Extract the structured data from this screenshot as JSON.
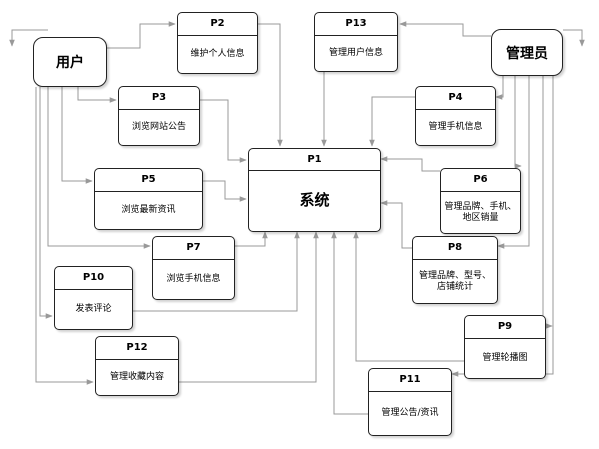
{
  "actors": {
    "user": "用户",
    "admin": "管理员"
  },
  "processes": {
    "p1": {
      "id": "P1",
      "label": "系统"
    },
    "p2": {
      "id": "P2",
      "label": "维护个人信息"
    },
    "p3": {
      "id": "P3",
      "label": "浏览网站公告"
    },
    "p4": {
      "id": "P4",
      "label": "管理手机信息"
    },
    "p5": {
      "id": "P5",
      "label": "浏览最新资讯"
    },
    "p6": {
      "id": "P6",
      "label": "管理品牌、手机、地区销量"
    },
    "p7": {
      "id": "P7",
      "label": "浏览手机信息"
    },
    "p8": {
      "id": "P8",
      "label": "管理品牌、型号、店铺统计"
    },
    "p9": {
      "id": "P9",
      "label": "管理轮播图"
    },
    "p10": {
      "id": "P10",
      "label": "发表评论"
    },
    "p11": {
      "id": "P11",
      "label": "管理公告/资讯"
    },
    "p12": {
      "id": "P12",
      "label": "管理收藏内容"
    },
    "p13": {
      "id": "P13",
      "label": "管理用户信息"
    }
  },
  "colors": {
    "line": "#999999",
    "border": "#222222"
  }
}
